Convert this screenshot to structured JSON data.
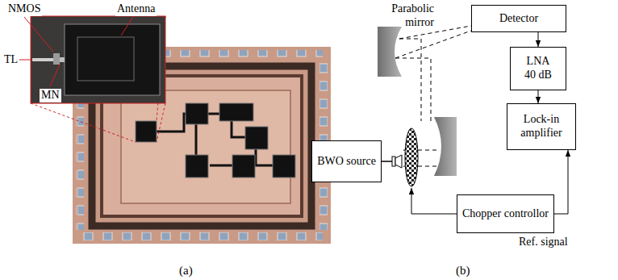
{
  "diagram": {
    "nodes": [
      {
        "text": [
          "Detector"
        ]
      },
      {
        "text": [
          "LNA 40 dB"
        ]
      },
      {
        "text": [
          "Lock-in amplifier"
        ]
      },
      {
        "text": [
          "BWO source"
        ]
      },
      {
        "text": [
          "Chopper controllor"
        ]
      }
    ],
    "edges": [
      {
        "from": 0,
        "to": 1,
        "arrow": "to"
      },
      {
        "from": 1,
        "to": 2,
        "arrow": "to"
      },
      {
        "from": 4,
        "to": 2,
        "arrow": "to",
        "label": "Ref. signal"
      }
    ],
    "labels": [
      "NMOS",
      "Antenna",
      "TL",
      "MN",
      "(a)",
      "Parabolic mirror",
      "(b)"
    ]
  }
}
